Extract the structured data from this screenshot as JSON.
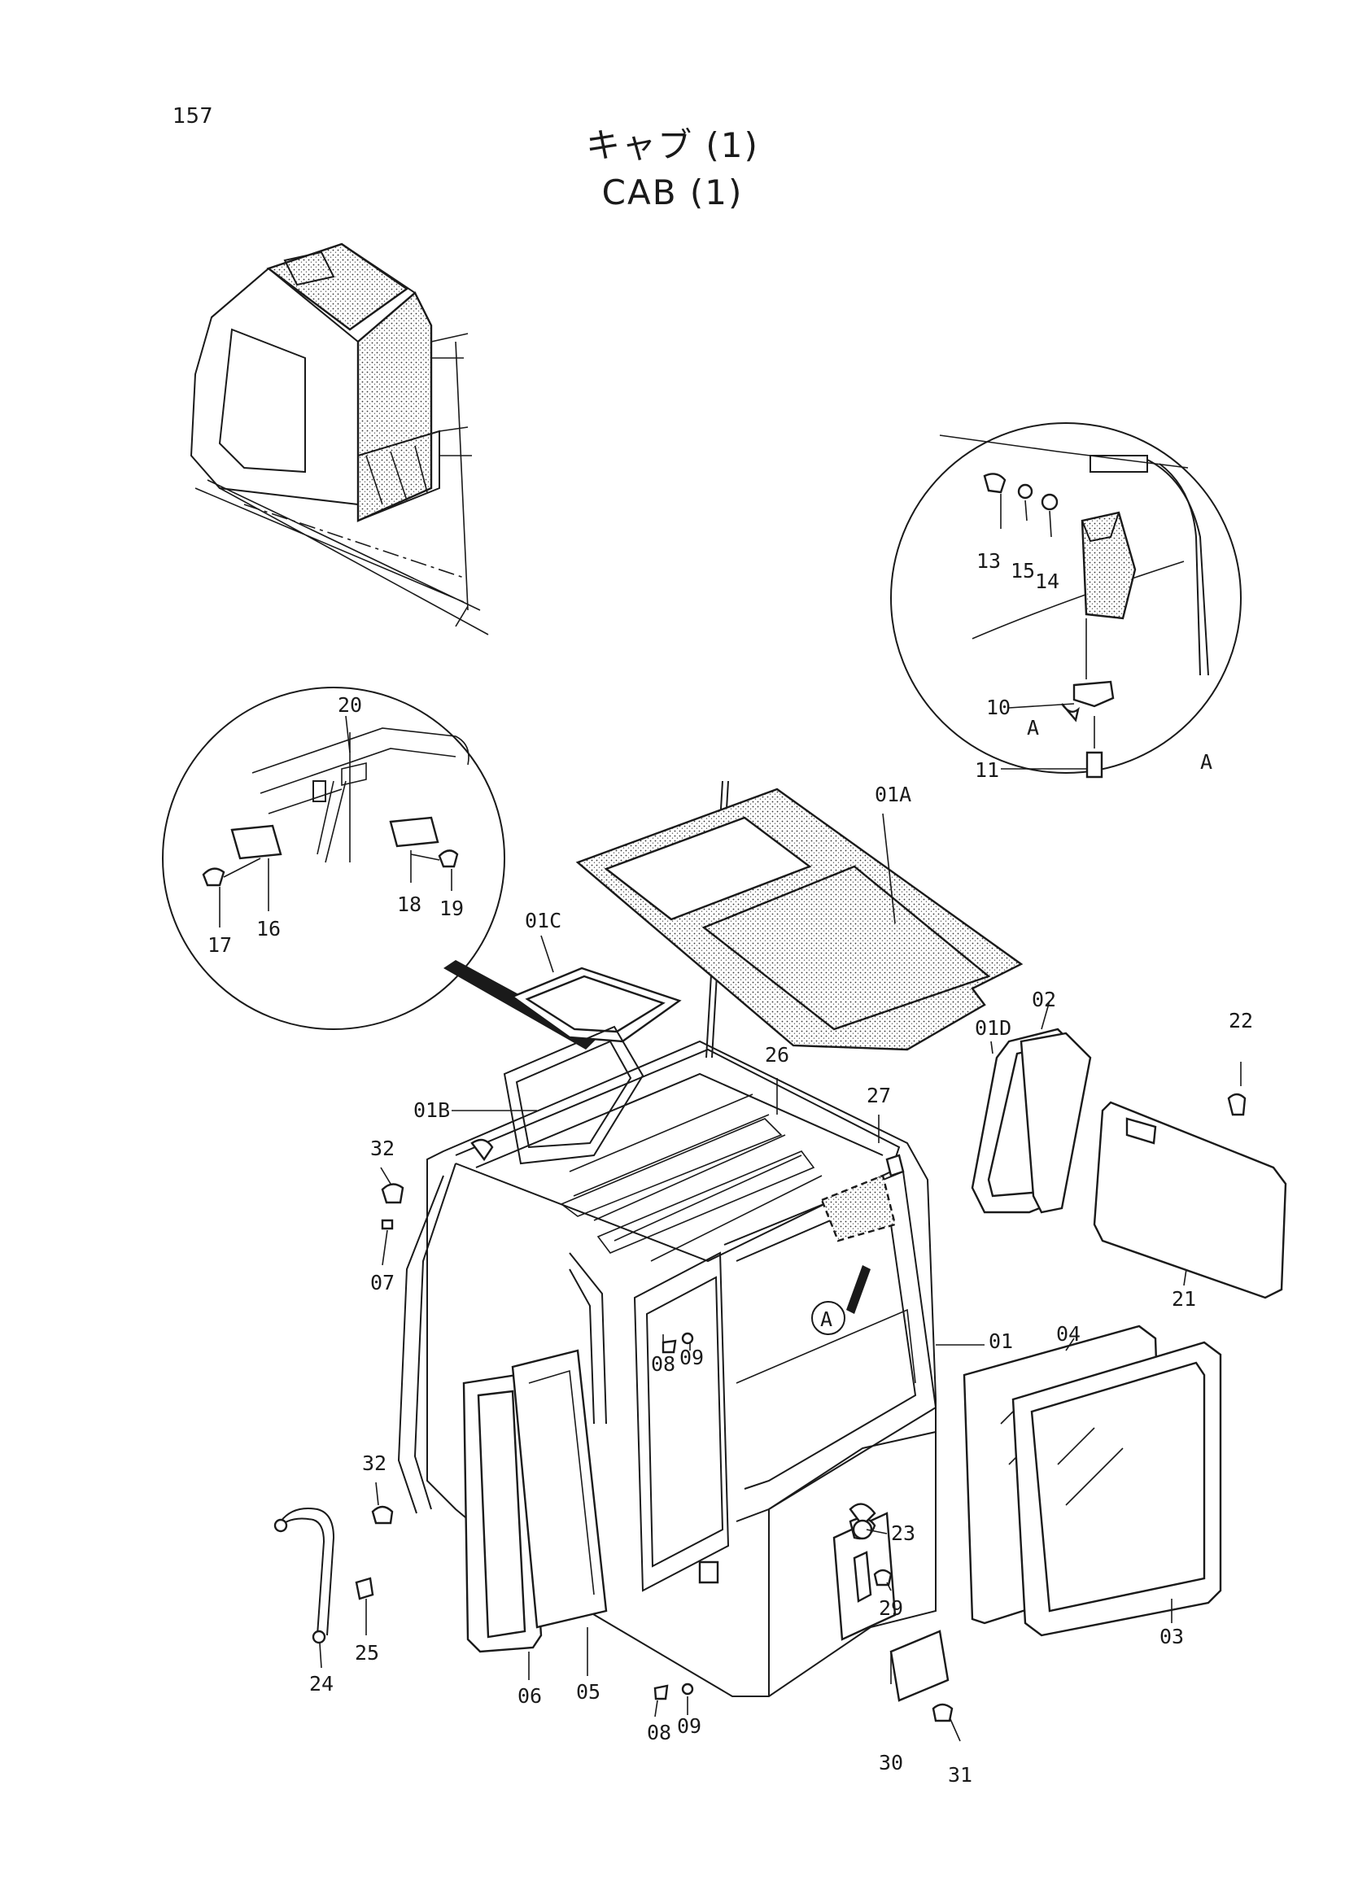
{
  "page": {
    "number": "157"
  },
  "title": {
    "japanese": "キャブ (1)",
    "english": "CAB (1)"
  },
  "detail_a_marker": "A",
  "callouts": [
    {
      "id": "01",
      "label": "01"
    },
    {
      "id": "01A",
      "label": "01A"
    },
    {
      "id": "01B",
      "label": "01B"
    },
    {
      "id": "01C",
      "label": "01C"
    },
    {
      "id": "01D",
      "label": "01D"
    },
    {
      "id": "02",
      "label": "02"
    },
    {
      "id": "03",
      "label": "03"
    },
    {
      "id": "04",
      "label": "04"
    },
    {
      "id": "05",
      "label": "05"
    },
    {
      "id": "06",
      "label": "06"
    },
    {
      "id": "07",
      "label": "07"
    },
    {
      "id": "08a",
      "label": "08"
    },
    {
      "id": "08b",
      "label": "08"
    },
    {
      "id": "09a",
      "label": "09"
    },
    {
      "id": "09b",
      "label": "09"
    },
    {
      "id": "10",
      "label": "10"
    },
    {
      "id": "10A",
      "label": "A"
    },
    {
      "id": "11",
      "label": "11"
    },
    {
      "id": "13",
      "label": "13"
    },
    {
      "id": "14",
      "label": "14"
    },
    {
      "id": "15",
      "label": "15"
    },
    {
      "id": "16",
      "label": "16"
    },
    {
      "id": "17",
      "label": "17"
    },
    {
      "id": "18",
      "label": "18"
    },
    {
      "id": "19",
      "label": "19"
    },
    {
      "id": "20",
      "label": "20"
    },
    {
      "id": "21",
      "label": "21"
    },
    {
      "id": "22",
      "label": "22"
    },
    {
      "id": "23",
      "label": "23"
    },
    {
      "id": "24",
      "label": "24"
    },
    {
      "id": "25",
      "label": "25"
    },
    {
      "id": "26",
      "label": "26"
    },
    {
      "id": "27",
      "label": "27"
    },
    {
      "id": "29",
      "label": "29"
    },
    {
      "id": "30",
      "label": "30"
    },
    {
      "id": "31",
      "label": "31"
    },
    {
      "id": "32a",
      "label": "32"
    },
    {
      "id": "32b",
      "label": "32"
    },
    {
      "id": "Acircle",
      "label": "A"
    }
  ]
}
